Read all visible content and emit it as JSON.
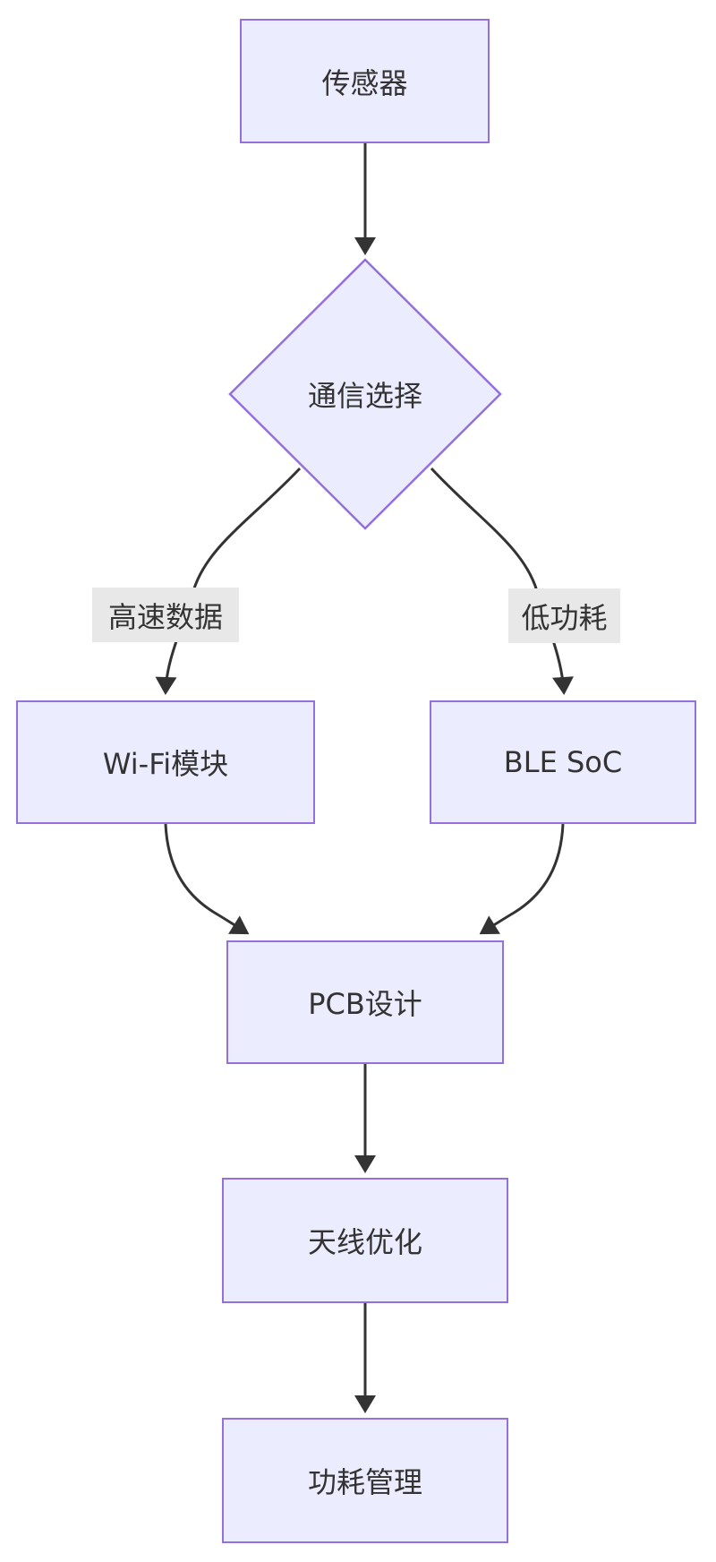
{
  "diagram": {
    "type": "flowchart",
    "direction": "top-down",
    "nodes": {
      "sensor": {
        "label": "传感器",
        "shape": "rectangle"
      },
      "choice": {
        "label": "通信选择",
        "shape": "diamond"
      },
      "wifi": {
        "label": "Wi-Fi模块",
        "shape": "rectangle"
      },
      "ble": {
        "label": "BLE SoC",
        "shape": "rectangle"
      },
      "pcb": {
        "label": "PCB设计",
        "shape": "rectangle"
      },
      "antenna": {
        "label": "天线优化",
        "shape": "rectangle"
      },
      "power": {
        "label": "功耗管理",
        "shape": "rectangle"
      }
    },
    "edges": [
      {
        "from": "sensor",
        "to": "choice",
        "label": ""
      },
      {
        "from": "choice",
        "to": "wifi",
        "label": "高速数据"
      },
      {
        "from": "choice",
        "to": "ble",
        "label": "低功耗"
      },
      {
        "from": "wifi",
        "to": "pcb",
        "label": ""
      },
      {
        "from": "ble",
        "to": "pcb",
        "label": ""
      },
      {
        "from": "pcb",
        "to": "antenna",
        "label": ""
      },
      {
        "from": "antenna",
        "to": "power",
        "label": ""
      }
    ],
    "colors": {
      "node_fill": "#ECECFF",
      "node_border": "#9370DB",
      "edge_line": "#333333",
      "edge_label_background": "#e8e8e8",
      "text": "#333333",
      "page_background": "#ffffff"
    }
  }
}
